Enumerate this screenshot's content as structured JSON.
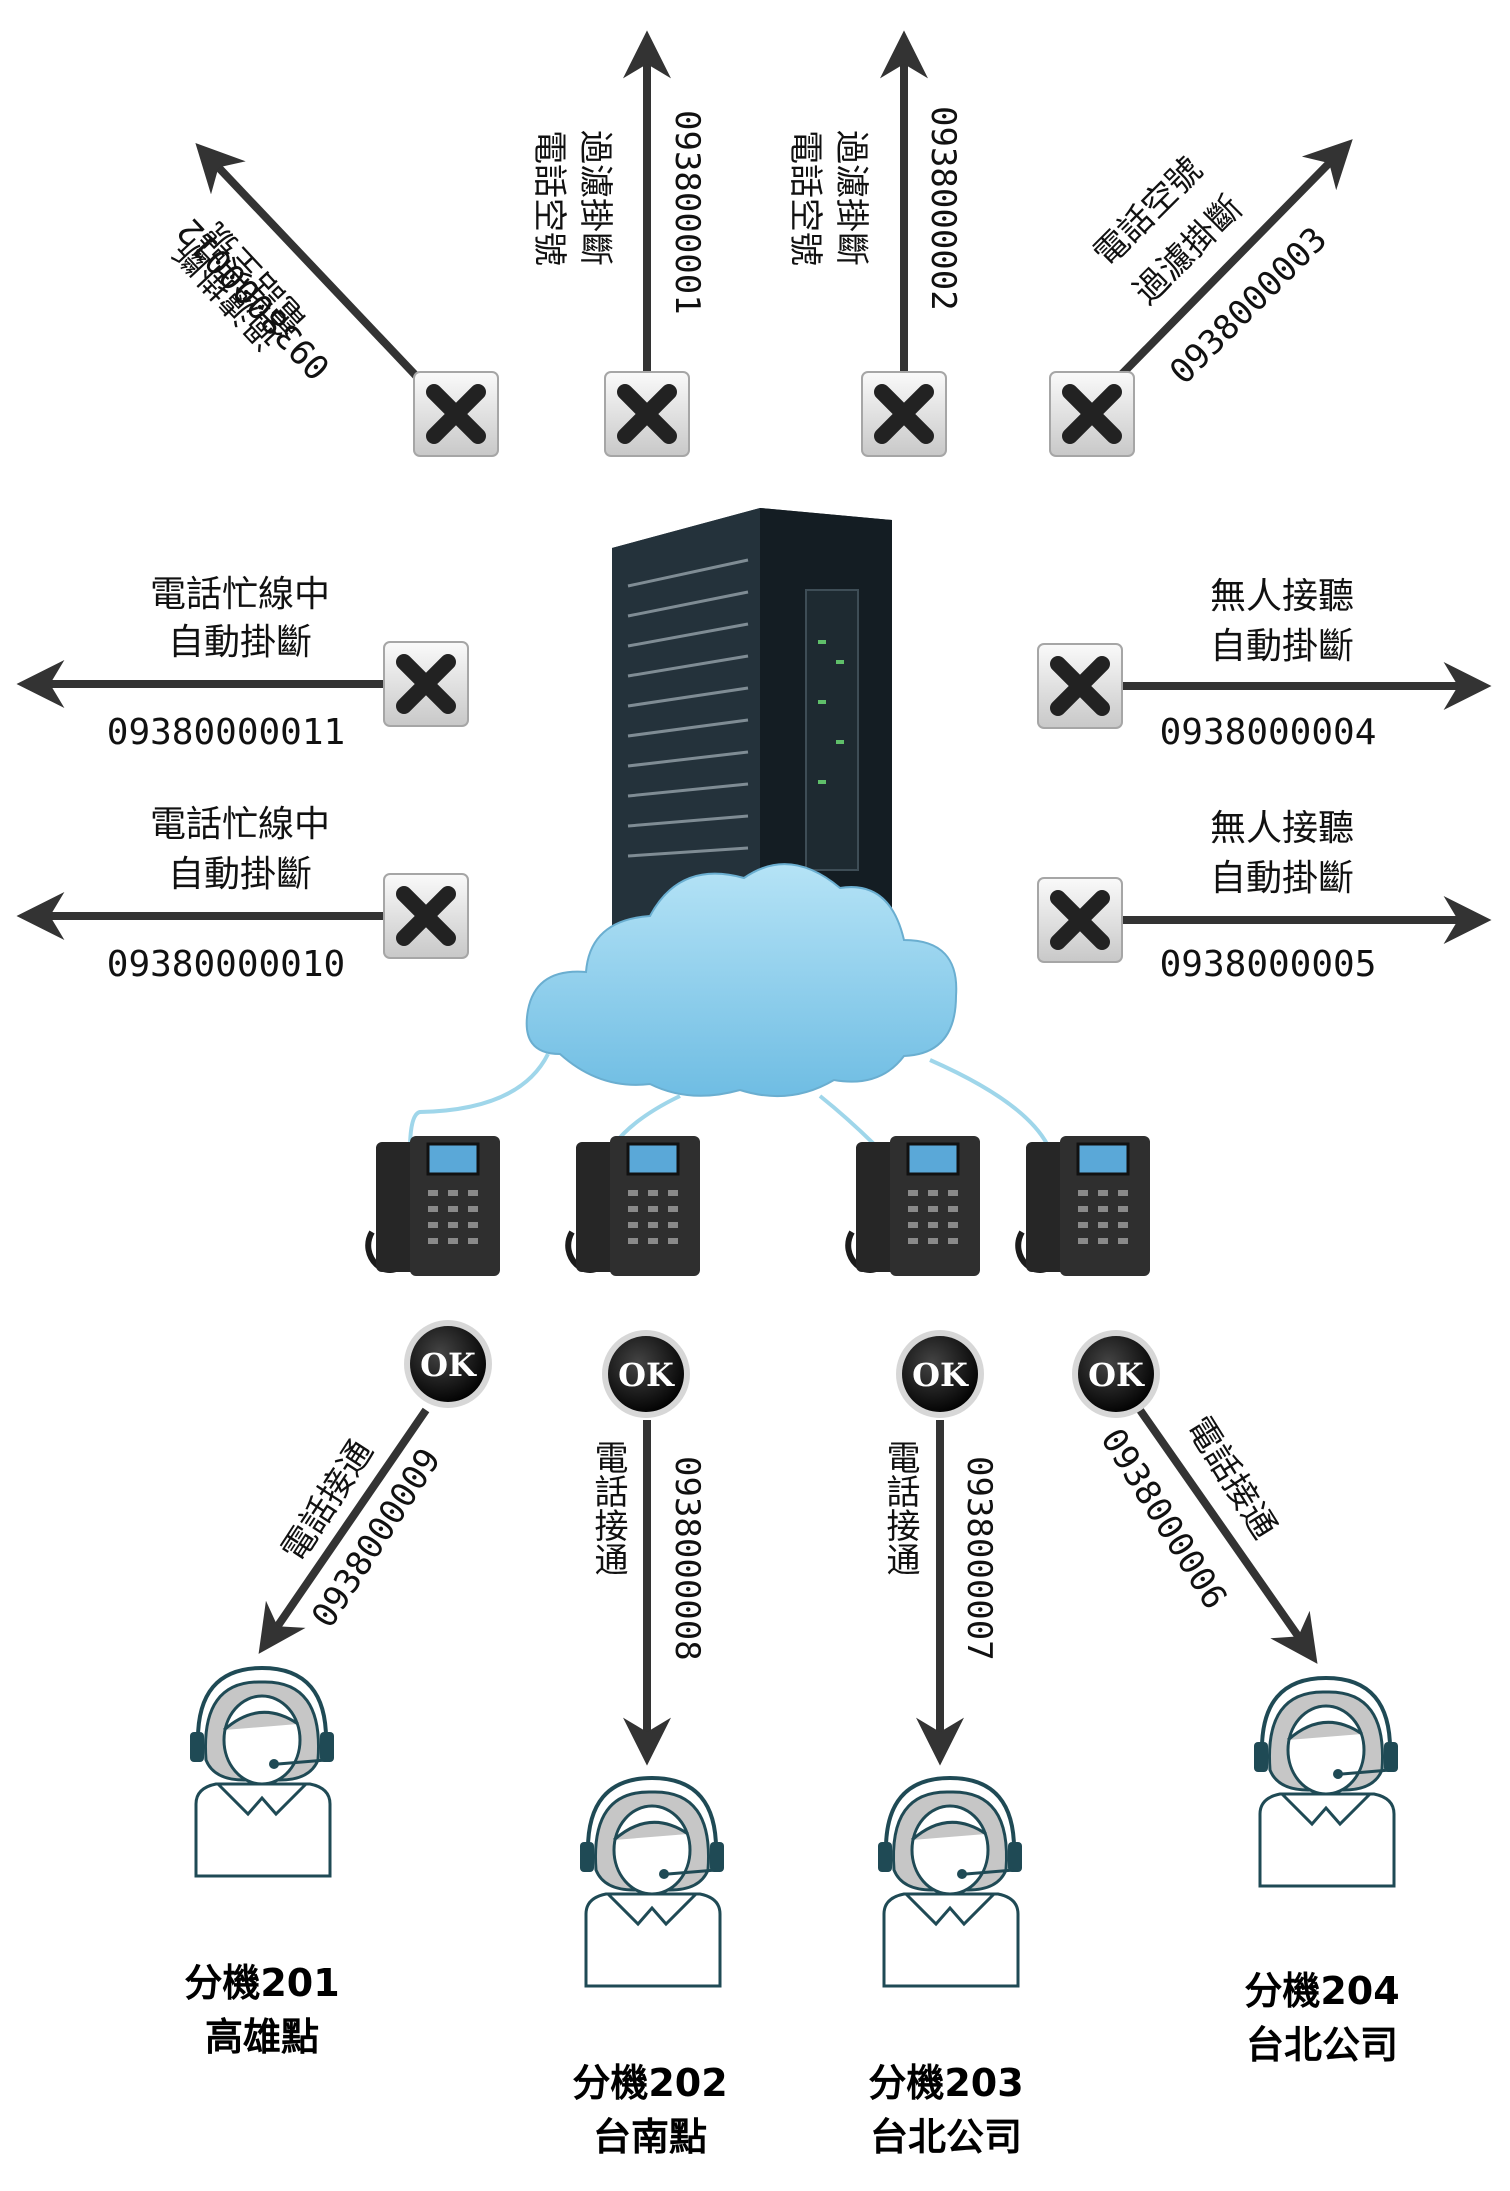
{
  "blocked_calls": [
    {
      "number": "0938000012",
      "status": "電話空號",
      "action": "過濾掛斷"
    },
    {
      "number": "0938000001",
      "status": "電話空號",
      "action": "過濾掛斷"
    },
    {
      "number": "0938000002",
      "status": "電話空號",
      "action": "過濾掛斷"
    },
    {
      "number": "0938000003",
      "status": "電話空號",
      "action": "過濾掛斷"
    },
    {
      "number": "09380000011",
      "status": "電話忙線中",
      "action": "自動掛斷"
    },
    {
      "number": "09380000010",
      "status": "電話忙線中",
      "action": "自動掛斷"
    },
    {
      "number": "0938000004",
      "status": "無人接聽",
      "action": "自動掛斷"
    },
    {
      "number": "0938000005",
      "status": "無人接聽",
      "action": "自動掛斷"
    }
  ],
  "connected_calls": [
    {
      "ok": "OK",
      "number": "0938000009",
      "status": "電話接通",
      "extension": "分機201",
      "location": "高雄點"
    },
    {
      "ok": "OK",
      "number": "0938000008",
      "status": "電話接通",
      "extension": "分機202",
      "location": "台南點"
    },
    {
      "ok": "OK",
      "number": "0938000007",
      "status": "電話接通",
      "extension": "分機203",
      "location": "台北公司"
    },
    {
      "ok": "OK",
      "number": "0938000006",
      "status": "電話接通",
      "extension": "分機204",
      "location": "台北公司"
    }
  ],
  "icons": {
    "reject": "x-mark-icon",
    "accept": "ok-badge-icon",
    "server": "server-rack-icon",
    "cloud": "cloud-icon",
    "phone": "ip-phone-icon",
    "agent": "headset-agent-icon"
  },
  "colors": {
    "arrow": "#333333",
    "cloud": "#8ccfee",
    "link": "#9fd6ea",
    "agent_outline": "#1f4a55"
  }
}
